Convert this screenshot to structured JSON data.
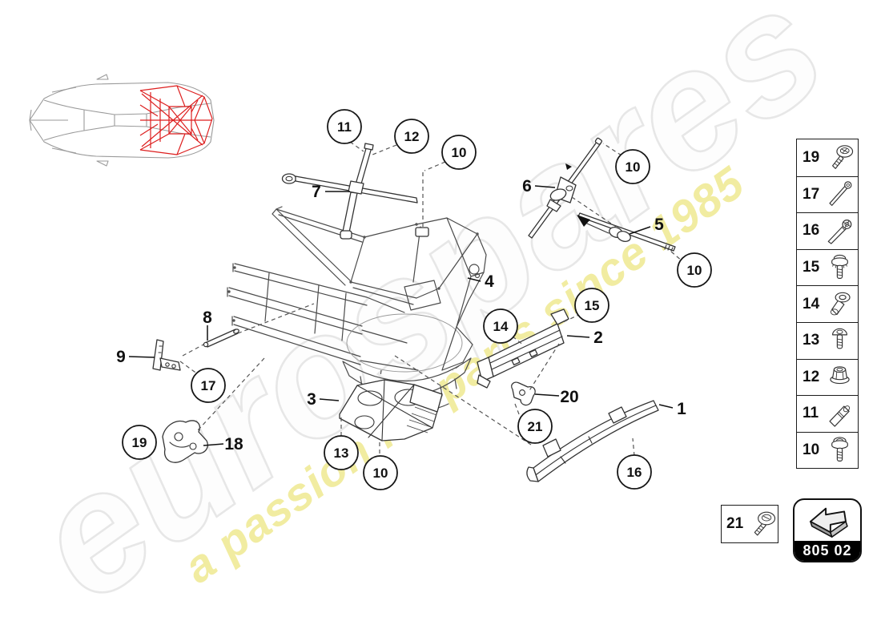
{
  "watermark": {
    "brand_text": "eurospares",
    "tagline_text": "a passion for parts since 1985",
    "tagline_color": "#f1eb9c",
    "brand_outline_color": "#e6e6e6"
  },
  "car_thumbnail": {
    "highlight_color": "#dd1f1f",
    "body_line_color": "#9a9a9a"
  },
  "diagram": {
    "circle_callouts": [
      {
        "label": "11"
      },
      {
        "label": "12"
      },
      {
        "label": "10"
      },
      {
        "label": "10"
      },
      {
        "label": "10"
      },
      {
        "label": "15"
      },
      {
        "label": "14"
      },
      {
        "label": "17"
      },
      {
        "label": "19"
      },
      {
        "label": "13"
      },
      {
        "label": "10"
      },
      {
        "label": "21"
      },
      {
        "label": "16"
      }
    ],
    "text_labels": [
      {
        "label": "7"
      },
      {
        "label": "6"
      },
      {
        "label": "5"
      },
      {
        "label": "4"
      },
      {
        "label": "2"
      },
      {
        "label": "8"
      },
      {
        "label": "9"
      },
      {
        "label": "3"
      },
      {
        "label": "18"
      },
      {
        "label": "20"
      },
      {
        "label": "1"
      }
    ]
  },
  "sidebar": {
    "items": [
      {
        "label": "19",
        "icon": "pan-head-screw-icon"
      },
      {
        "label": "17",
        "icon": "long-pin-bolt-icon"
      },
      {
        "label": "16",
        "icon": "long-hex-bolt-icon"
      },
      {
        "label": "15",
        "icon": "flange-bolt-icon"
      },
      {
        "label": "14",
        "icon": "rivet-nut-icon"
      },
      {
        "label": "13",
        "icon": "button-screw-icon"
      },
      {
        "label": "12",
        "icon": "flange-nut-icon"
      },
      {
        "label": "11",
        "icon": "stud-icon"
      },
      {
        "label": "10",
        "icon": "flange-bolt-icon"
      }
    ]
  },
  "footer": {
    "hardware_box": {
      "label": "21",
      "icon": "pan-head-screw-icon"
    },
    "nav_box": {
      "icon": "back-arrow-icon",
      "code": "805 02"
    }
  }
}
